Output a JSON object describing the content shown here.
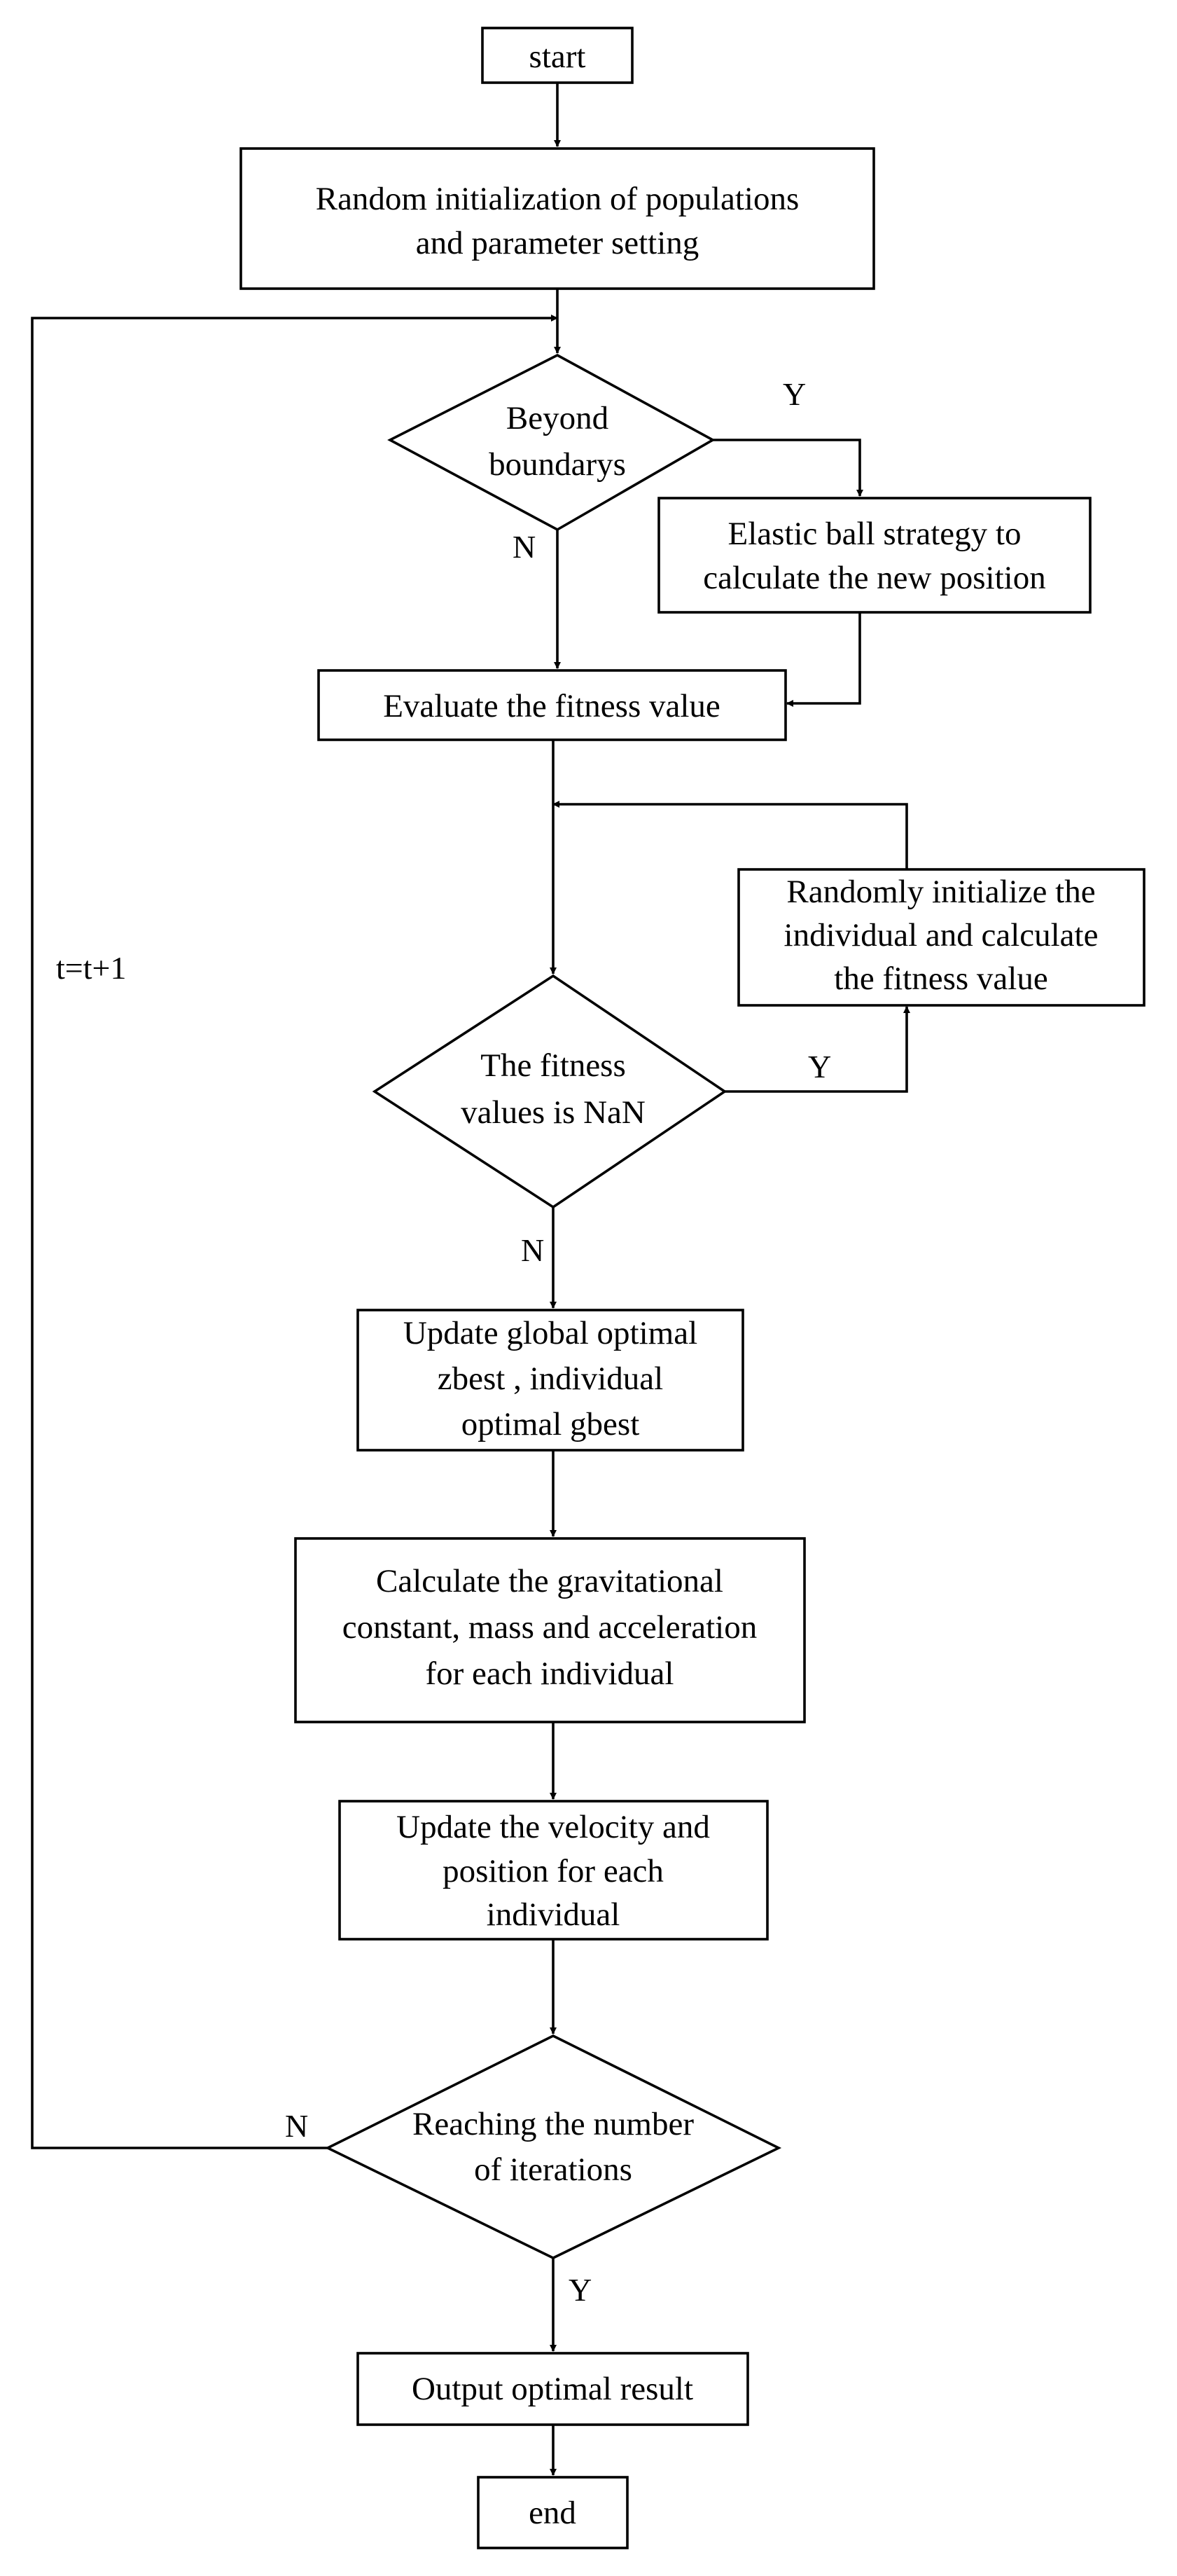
{
  "flowchart": {
    "nodes": {
      "start": "start",
      "init": [
        "Random initialization of populations",
        "and parameter setting"
      ],
      "beyond": [
        "Beyond",
        "boundarys"
      ],
      "elastic": [
        "Elastic ball strategy to",
        "calculate the new position"
      ],
      "evaluate": "Evaluate the fitness value",
      "randomly": [
        "Randomly initialize the",
        "individual and calculate",
        "the fitness value"
      ],
      "nan": [
        "The fitness",
        "values is NaN"
      ],
      "update_global": [
        "Update global optimal",
        "zbest , individual",
        "optimal gbest"
      ],
      "gravity": [
        "Calculate the gravitational",
        "constant, mass and acceleration",
        "for each individual"
      ],
      "velocity": [
        "Update the velocity and",
        "position for each",
        "individual"
      ],
      "reaching": [
        "Reaching the number",
        "of iterations"
      ],
      "output": "Output optimal result",
      "end": "end"
    },
    "edge_labels": {
      "beyond_yes": "Y",
      "beyond_no": "N",
      "nan_yes": "Y",
      "nan_no": "N",
      "reaching_no": "N",
      "reaching_yes": "Y",
      "loop_counter": "t=t+1"
    }
  }
}
